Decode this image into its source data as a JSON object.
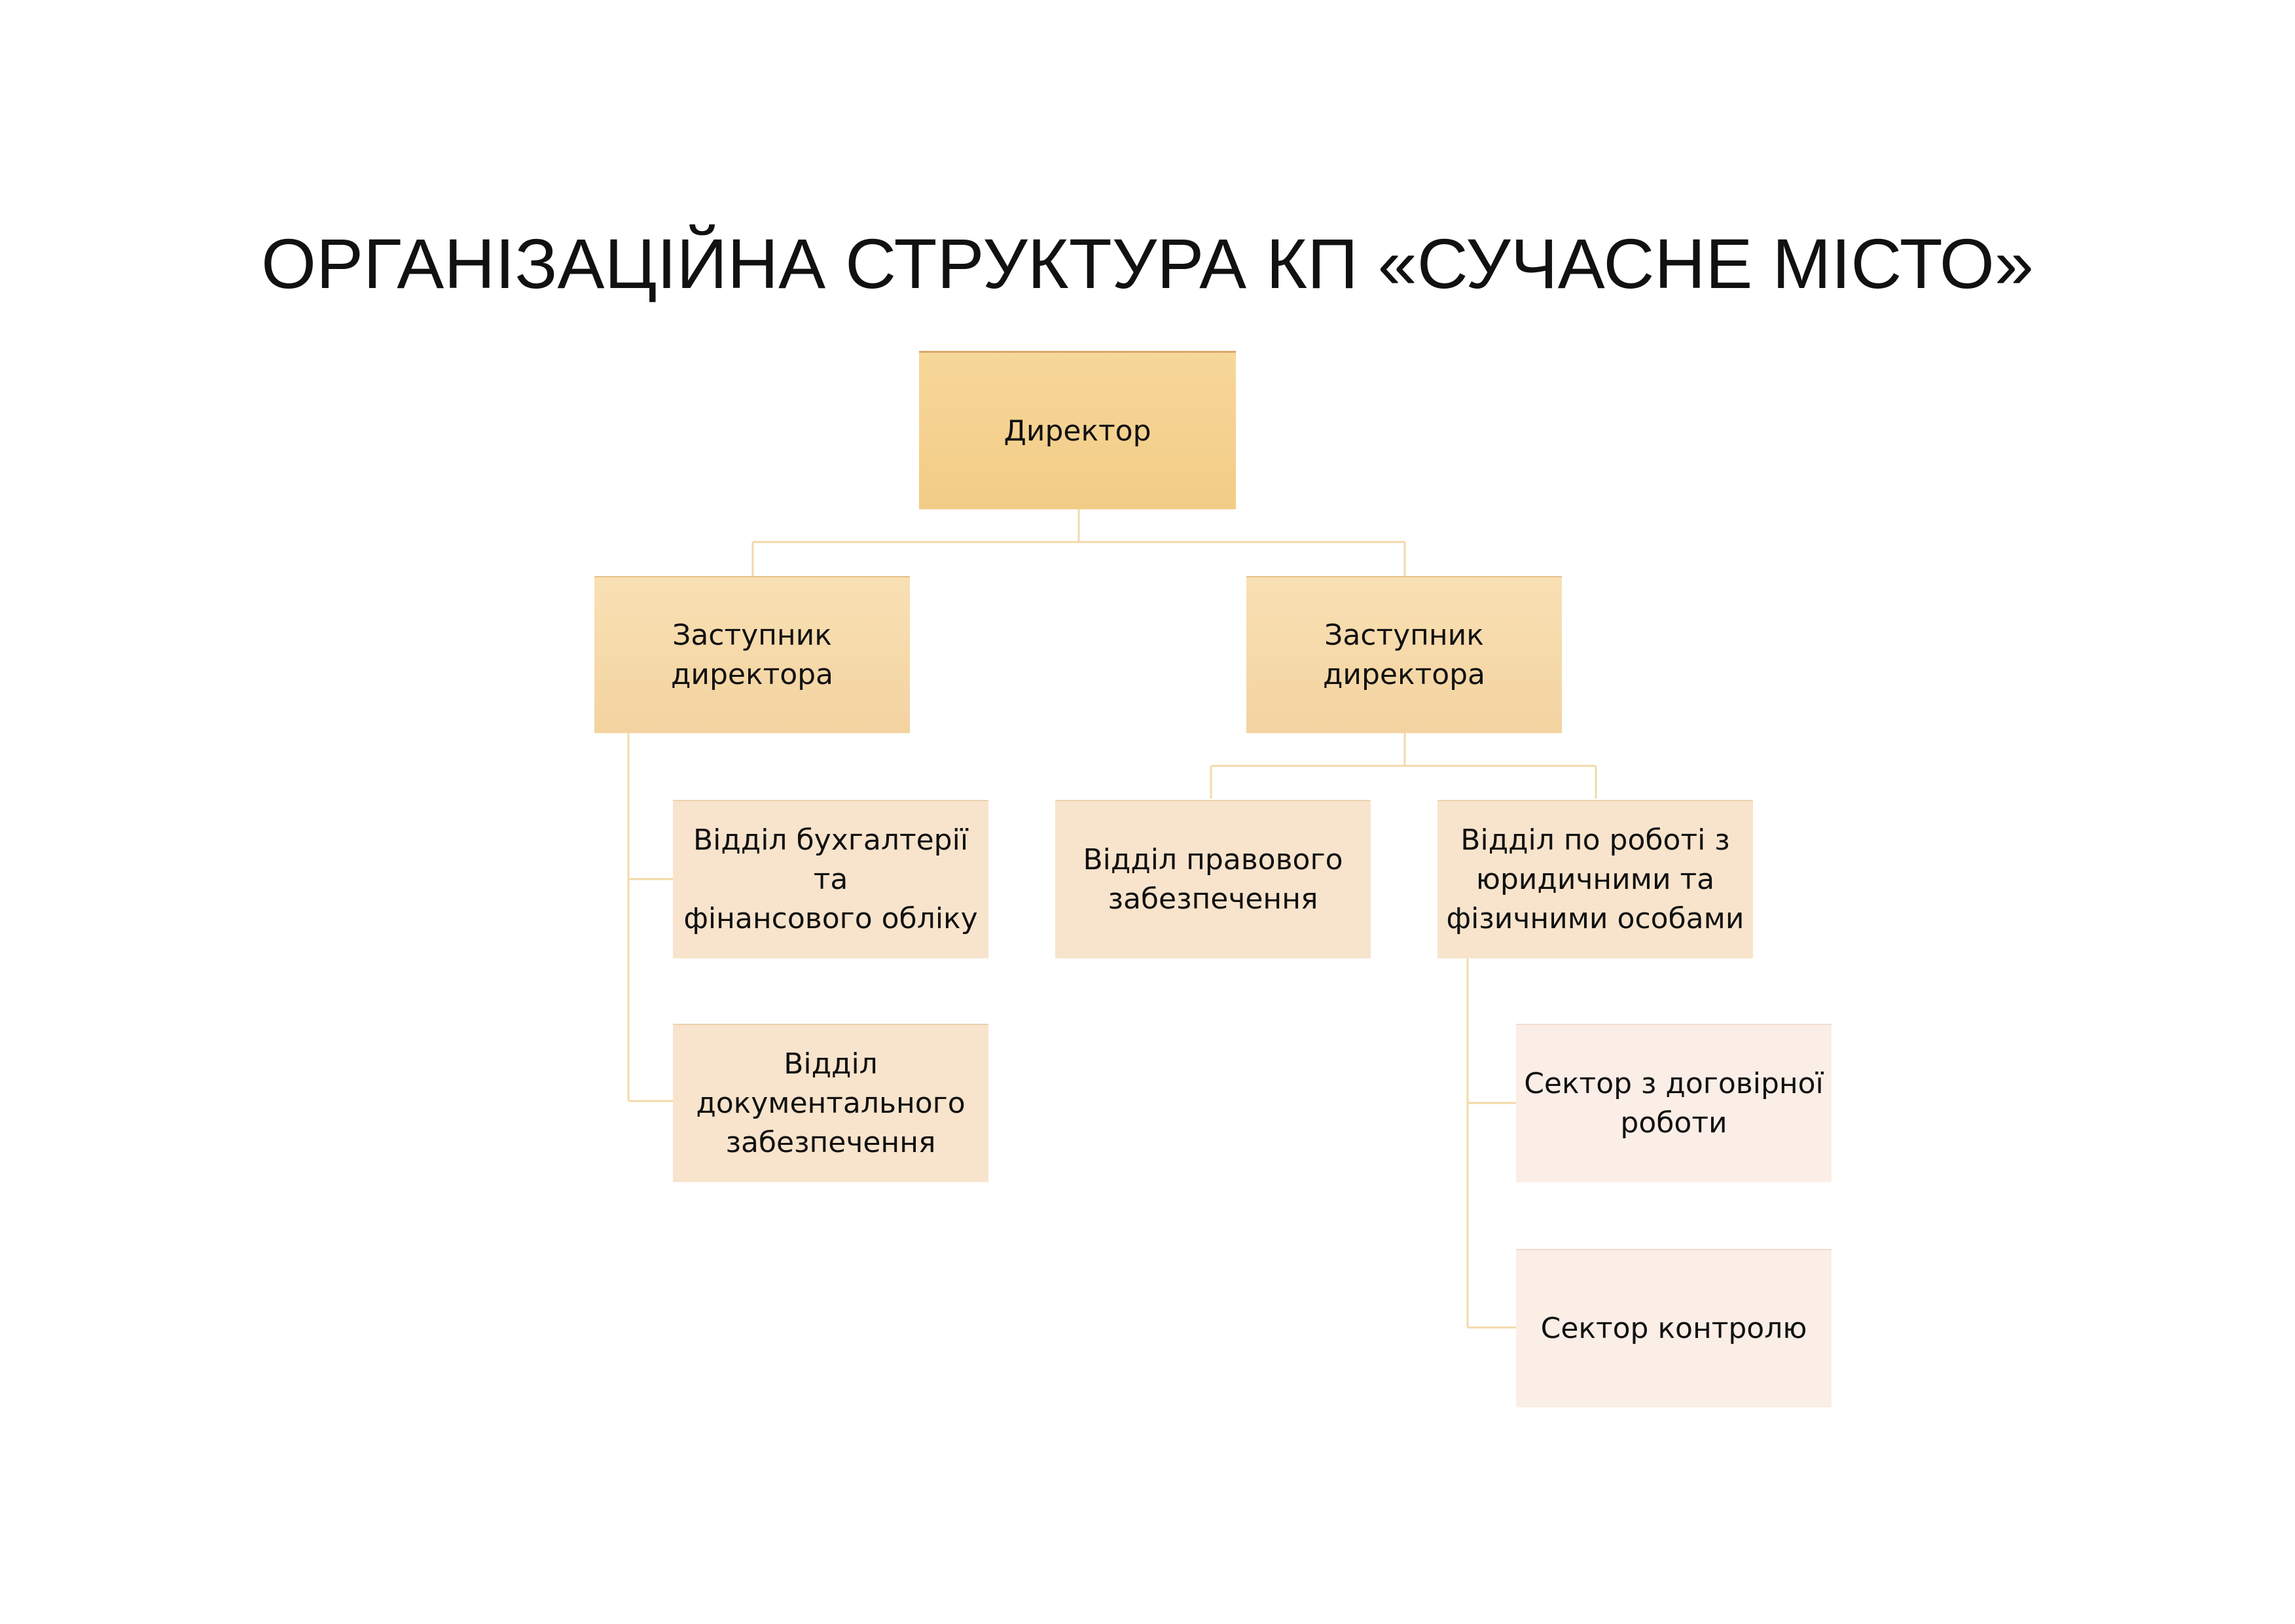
{
  "title": "ОРГАНІЗАЦІЙНА СТРУКТУРА КП «СУЧАСНЕ МІСТО»",
  "colors": {
    "director": "#f5d08f",
    "deputy": "#f6dab0",
    "department": "#f8e4cc",
    "sector": "#fbeee6",
    "connector": "#f3d9a8"
  },
  "nodes": {
    "director": "Директор",
    "deputy_left": "Заступник\nдиректора",
    "deputy_right": "Заступник\nдиректора",
    "dept_accounting": "Відділ бухгалтерії та\nфінансового обліку",
    "dept_documents": "Відділ\nдокументального\nзабезпечення",
    "dept_legal": "Відділ правового\nзабезпечення",
    "dept_persons": "Відділ по роботі з\nюридичними та\nфізичними особами",
    "sector_contracts": "Сектор з договірної\nроботи",
    "sector_control": "Сектор контролю"
  }
}
